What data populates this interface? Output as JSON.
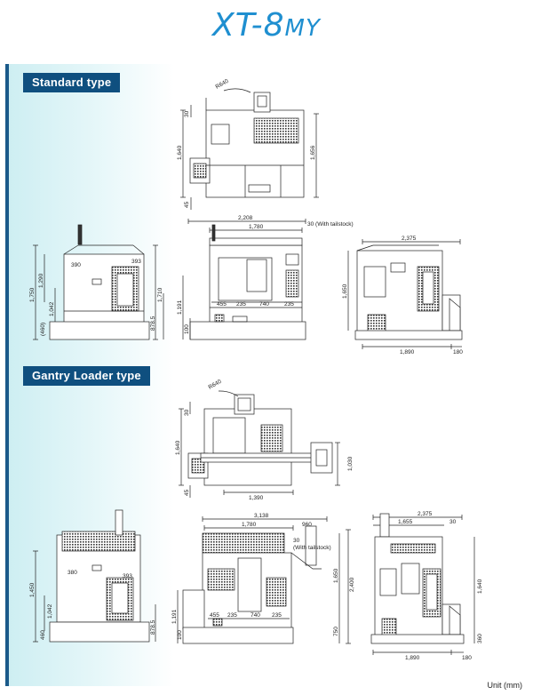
{
  "title": {
    "main": "XT-8",
    "suffix": "MY"
  },
  "sections": {
    "standard": "Standard type",
    "gantry": "Gantry Loader type"
  },
  "unit_label": "Unit (mm)",
  "colors": {
    "title": "#1f8fd0",
    "tag_bg": "#0f4f7f",
    "panel_tint": "#cdeef2"
  },
  "dims": {
    "std_top": {
      "r": "R640",
      "a": "30",
      "b": "1,640",
      "c": "1,656",
      "d": "45"
    },
    "std_left": {
      "a": "390",
      "b": "393",
      "c": "1,750",
      "d": "1,290",
      "e": "1,042",
      "f": "(460)",
      "g": "1,710",
      "h": "878.5"
    },
    "std_front": {
      "a": "2,208",
      "b": "1,780",
      "c": "30 (With tailstock)",
      "d": "1,191",
      "e": "100",
      "f": "455",
      "g": "235",
      "h": "740",
      "i": "235"
    },
    "std_right": {
      "a": "2,375",
      "b": "1,650",
      "c": "1,890",
      "d": "180"
    },
    "gan_top": {
      "r": "R640",
      "a": "30",
      "b": "1,640",
      "c": "1,030",
      "d": "45",
      "e": "1,390"
    },
    "gan_left": {
      "a": "380",
      "b": "393",
      "c": "1,450",
      "d": "1,042",
      "e": "460",
      "f": "878.5"
    },
    "gan_front": {
      "a": "3,138",
      "b": "1,780",
      "c": "960",
      "d": "30",
      "e": "(With tailstock)",
      "f": "1,650",
      "g": "2,400",
      "h": "1,191",
      "i": "100",
      "j": "455",
      "k": "235",
      "l": "740",
      "m": "235",
      "n": "750"
    },
    "gan_right": {
      "a": "2,375",
      "b": "1,655",
      "c": "30",
      "d": "1,640",
      "e": "360",
      "f": "1,890",
      "g": "180"
    }
  }
}
